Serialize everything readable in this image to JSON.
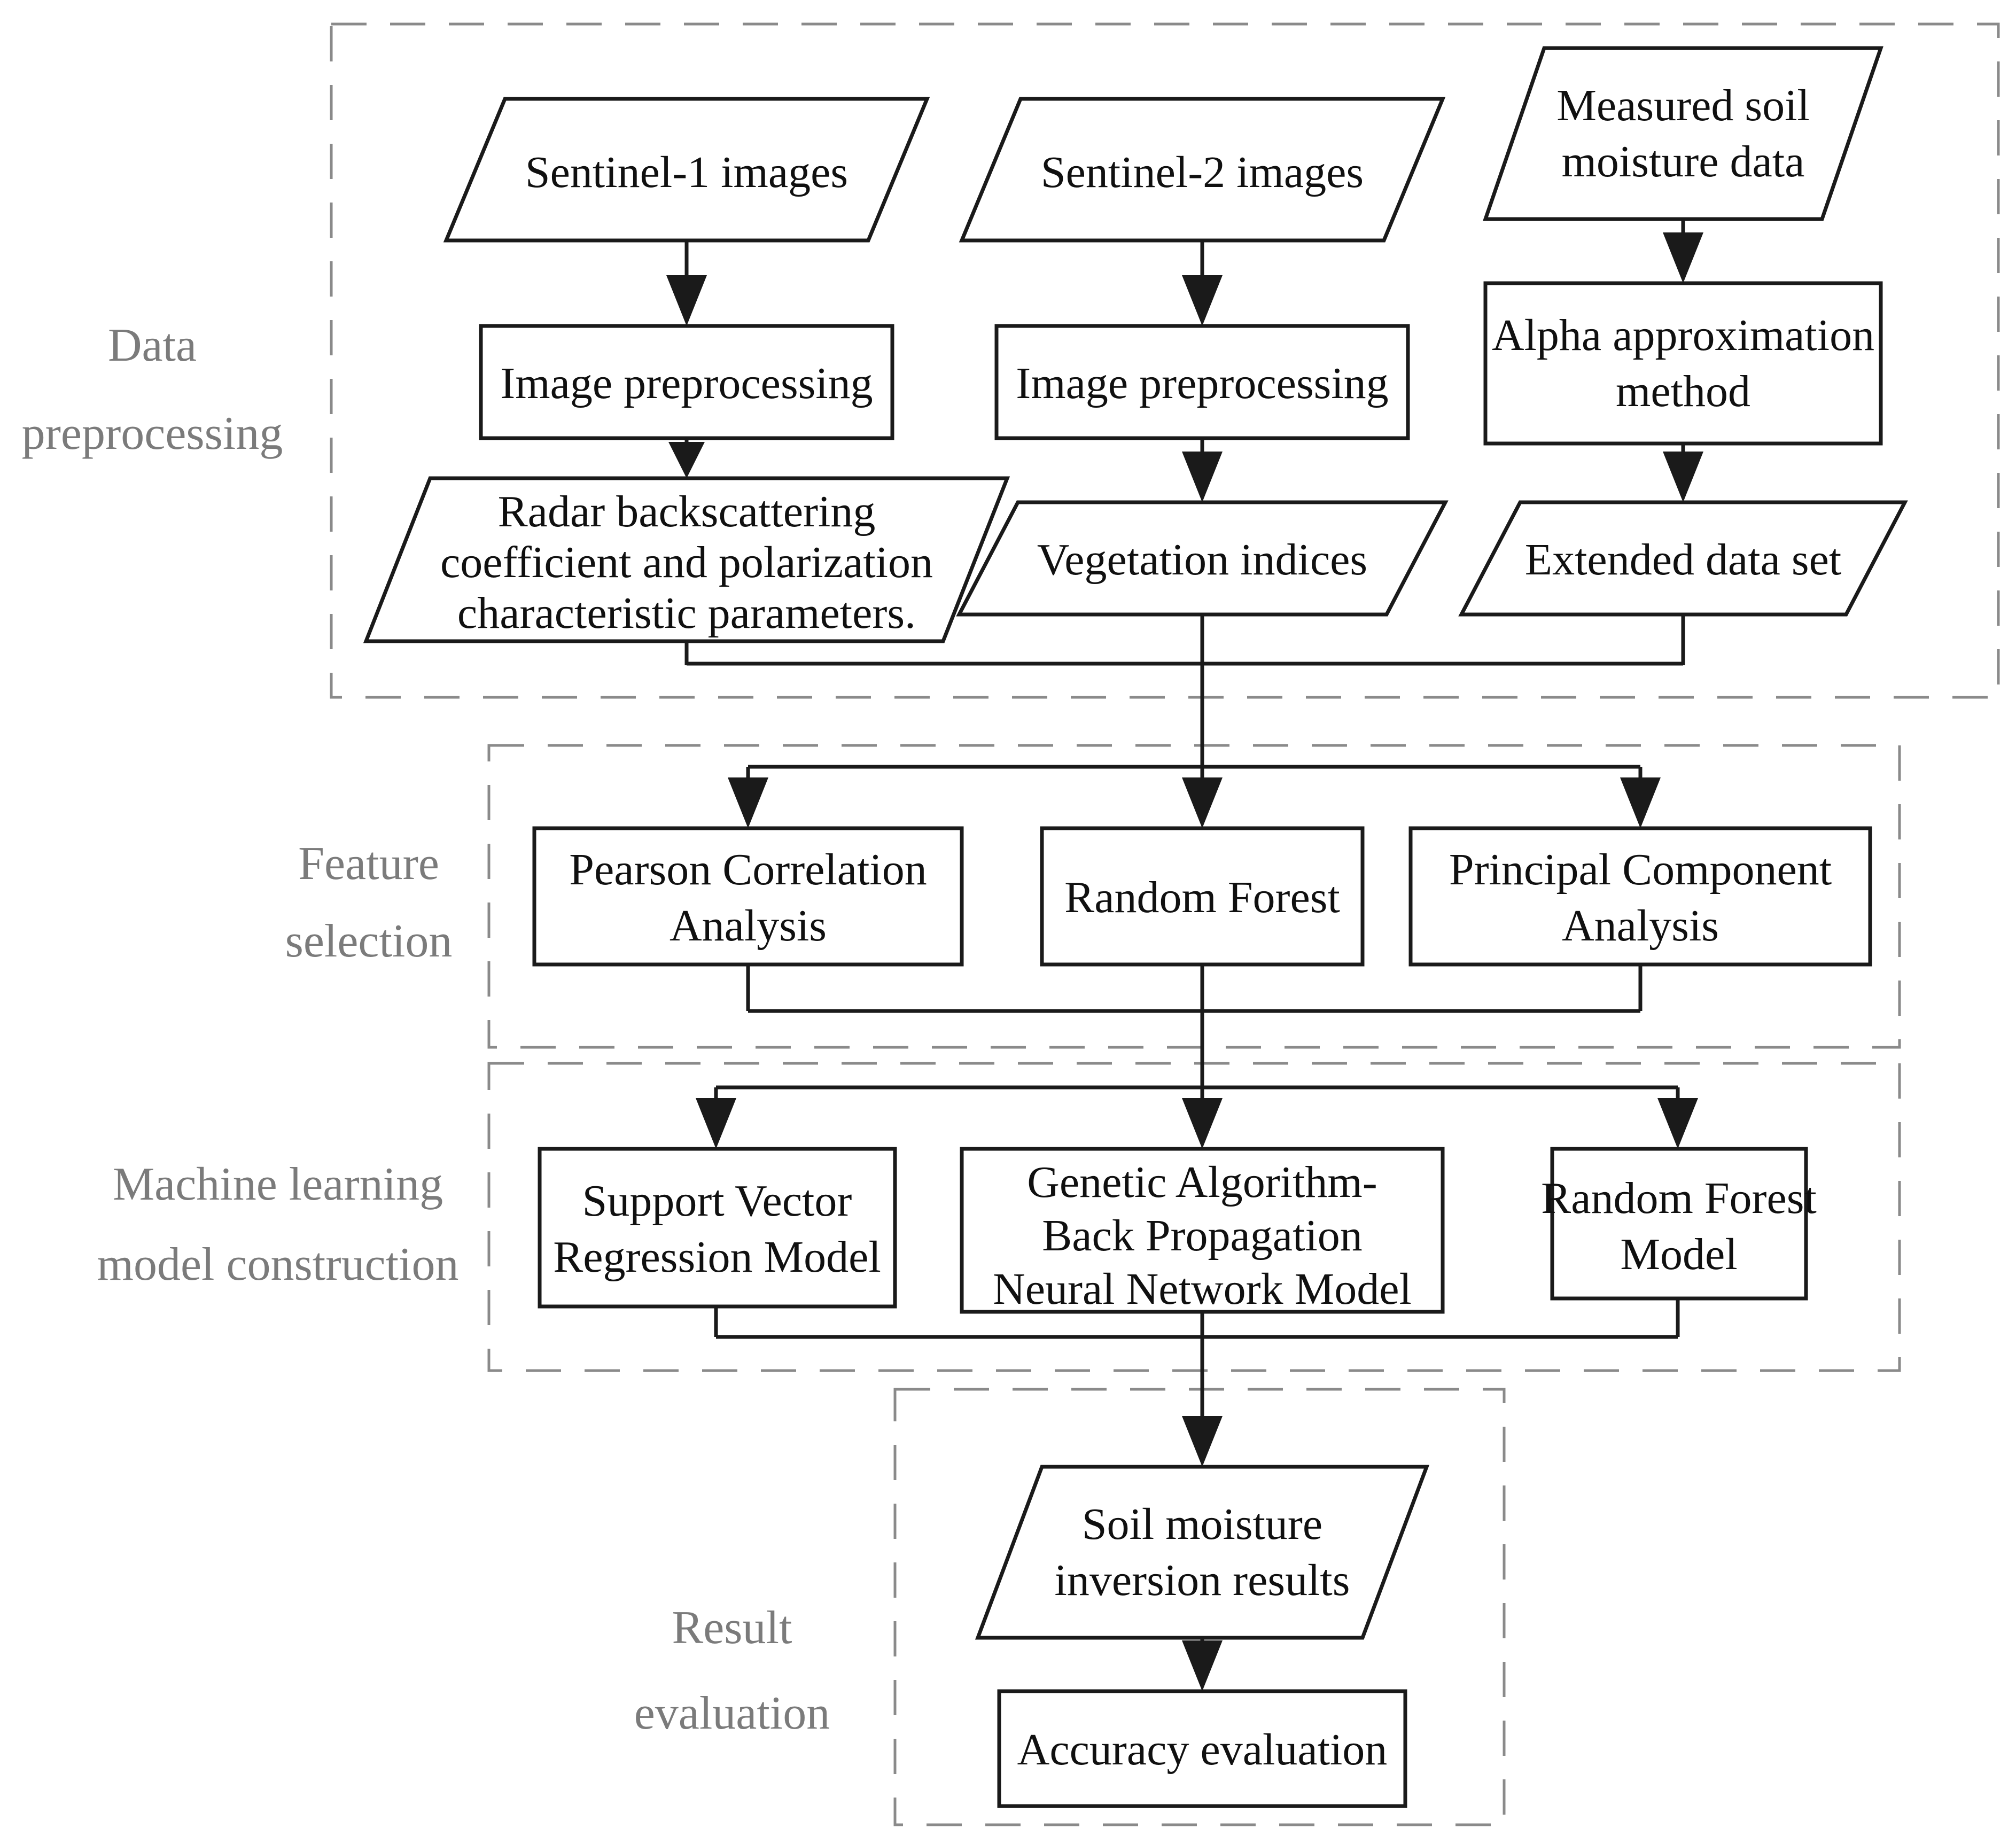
{
  "figure": {
    "type": "flowchart",
    "background": "#ffffff"
  },
  "colors": {
    "line": "#1a1a1a",
    "node_fill": "#ffffff",
    "node_text": "#101010",
    "section_border": "#8a8a8a",
    "section_label": "#7b7b7b"
  },
  "sections": [
    {
      "id": "data-preprocessing",
      "label_lines": [
        "Data",
        "preprocessing"
      ]
    },
    {
      "id": "feature-selection",
      "label_lines": [
        "Feature",
        "selection"
      ]
    },
    {
      "id": "machine-learning-model-construction",
      "label_lines": [
        "Machine learning",
        "model construction"
      ]
    },
    {
      "id": "result-evaluation",
      "label_lines": [
        "Result",
        "evaluation"
      ]
    }
  ],
  "nodes": {
    "sentinel1": {
      "shape": "parallelogram",
      "lines": [
        "Sentinel-1 images"
      ]
    },
    "sentinel2": {
      "shape": "parallelogram",
      "lines": [
        "Sentinel-2 images"
      ]
    },
    "measured_soil": {
      "shape": "parallelogram",
      "lines": [
        "Measured soil",
        "moisture data"
      ]
    },
    "image_preprocessing_1": {
      "shape": "rectangle",
      "lines": [
        "Image preprocessing"
      ]
    },
    "image_preprocessing_2": {
      "shape": "rectangle",
      "lines": [
        "Image preprocessing"
      ]
    },
    "alpha_approximation": {
      "shape": "rectangle",
      "lines": [
        "Alpha approximation",
        "method"
      ]
    },
    "radar_backscatter": {
      "shape": "parallelogram",
      "lines": [
        "Radar backscattering",
        "coefficient and polarization",
        "characteristic parameters."
      ]
    },
    "vegetation_indices": {
      "shape": "parallelogram",
      "lines": [
        "Vegetation indices"
      ]
    },
    "extended_data_set": {
      "shape": "parallelogram",
      "lines": [
        "Extended data set"
      ]
    },
    "pearson": {
      "shape": "rectangle",
      "lines": [
        "Pearson Correlation",
        "Analysis"
      ]
    },
    "random_forest": {
      "shape": "rectangle",
      "lines": [
        "Random Forest"
      ]
    },
    "pca": {
      "shape": "rectangle",
      "lines": [
        "Principal Component",
        "Analysis"
      ]
    },
    "svr": {
      "shape": "rectangle",
      "lines": [
        "Support Vector",
        "Regression Model"
      ]
    },
    "ga_bp": {
      "shape": "rectangle",
      "lines": [
        "Genetic Algorithm-",
        "Back Propagation",
        "Neural Network Model"
      ]
    },
    "rf_model": {
      "shape": "rectangle",
      "lines": [
        "Random Forest",
        "Model"
      ]
    },
    "soil_moisture_inversion": {
      "shape": "parallelogram",
      "lines": [
        "Soil moisture",
        "inversion results"
      ]
    },
    "accuracy_evaluation": {
      "shape": "rectangle",
      "lines": [
        "Accuracy evaluation"
      ]
    }
  }
}
